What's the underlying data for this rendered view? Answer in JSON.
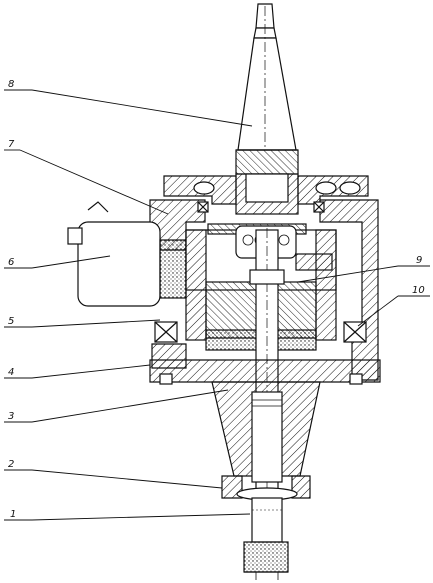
{
  "colors": {
    "ink": "#111111",
    "paper": "#ffffff"
  },
  "drawing": {
    "labels": [
      {
        "id": "1",
        "text": "1"
      },
      {
        "id": "2",
        "text": "2"
      },
      {
        "id": "3",
        "text": "3"
      },
      {
        "id": "4",
        "text": "4"
      },
      {
        "id": "5",
        "text": "5"
      },
      {
        "id": "6",
        "text": "6"
      },
      {
        "id": "7",
        "text": "7"
      },
      {
        "id": "8",
        "text": "8"
      },
      {
        "id": "9",
        "text": "9"
      },
      {
        "id": "10",
        "text": "10"
      }
    ]
  }
}
